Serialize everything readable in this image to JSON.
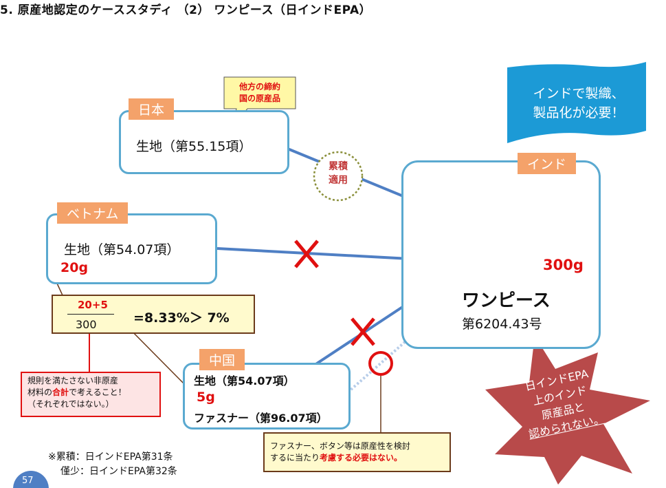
{
  "title": "5. 原産地認定のケーススタディ （2） ワンピース（日インドEPA）",
  "japan": {
    "tag": "日本",
    "material": "生地（第55.15項）"
  },
  "callout_japan": {
    "line1": "他方の締約",
    "line2": "国の原産品"
  },
  "cumulation": {
    "line1": "累積",
    "line2": "適用"
  },
  "vietnam": {
    "tag": "ベトナム",
    "material": "生地（第54.07項）",
    "weight": "20g"
  },
  "formula": {
    "numerator": "20+5",
    "denominator": "300",
    "result": "=8.33%＞ 7%"
  },
  "rule_note": {
    "line1": "規則を満たさない非原産",
    "line2_pre": "材料の",
    "line2_em": "合計",
    "line2_post": "で考えること！",
    "line3": "（それぞれではない。）"
  },
  "china": {
    "tag": "中国",
    "material1": "生地（第54.07項）",
    "weight": "5g",
    "material2": "ファスナー（第96.07項）"
  },
  "fastener_note": {
    "line1": "ファスナー、ボタン等は原産性を検討",
    "line2_pre": "するに当たり",
    "line2_em": "考慮する必要はない。"
  },
  "india": {
    "tag": "インド",
    "product": "ワンピース",
    "hs": "第6204.43号",
    "weight": "300g"
  },
  "banner": {
    "line1": "インドで製織、",
    "line2": "製品化が必要！"
  },
  "verdict": {
    "line1": "日インドEPA",
    "line2": "上のインド",
    "line3": "原産品と",
    "line4": "認められない。"
  },
  "footnote": {
    "line1": "※累積：日インドEPA第31条",
    "line2": "僅少：日インドEPA第32条"
  },
  "page_number": "57",
  "colors": {
    "box_border": "#5aa9d0",
    "tag": "#f4a26a",
    "arrow": "#4f7fc4",
    "cross": "#e01010",
    "banner": "#1c9ad6",
    "star": "#b84a4a",
    "dress": "#2fb8a6"
  }
}
